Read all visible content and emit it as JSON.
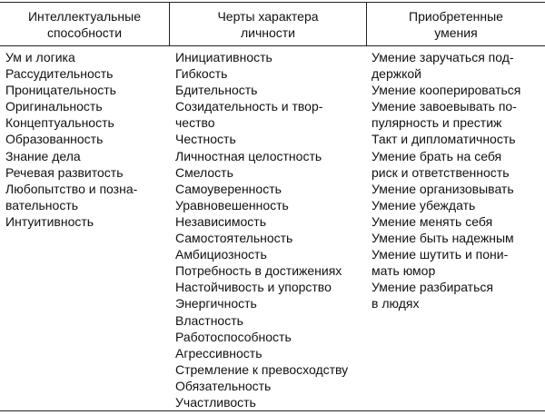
{
  "headers": [
    [
      "Интеллектуальные",
      "способности"
    ],
    [
      "Черты характера",
      "личности"
    ],
    [
      "Приобретенные",
      "умения"
    ]
  ],
  "columns": [
    [
      "Ум и логика",
      "Рассудительность",
      "Проницательность",
      "Оригинальность",
      "Концептуальность",
      "Образованность",
      "Знание дела",
      "Речевая развитость",
      "Любопытство и позна-",
      "вательность",
      "Интуитивность"
    ],
    [
      "Инициативность",
      "Гибкость",
      "Бдительность",
      "Созидательность и твор-",
      "чество",
      "Честность",
      "Личностная целостность",
      "Смелость",
      "Самоуверенность",
      "Уравновешенность",
      "Независимость",
      "Самостоятельность",
      "Амбициозность",
      "Потребность в достижениях",
      "Настойчивость и упорство",
      "Энергичность",
      "Властность",
      "Работоспособность",
      "Агрессивность",
      "Стремление к превосходству",
      "Обязательность",
      "Участливость"
    ],
    [
      "Умение заручаться под-",
      "держкой",
      "Умение кооперироваться",
      "Умение завоевывать по-",
      "пулярность и престиж",
      "Такт и дипломатичность",
      "Умение брать на себя",
      "риск и ответственность",
      "Умение организовывать",
      "Умение убеждать",
      "Умение менять себя",
      "Умение быть надежным",
      "Умение шутить и пони-",
      "мать юмор",
      "Умение разбираться",
      "в людях"
    ]
  ]
}
